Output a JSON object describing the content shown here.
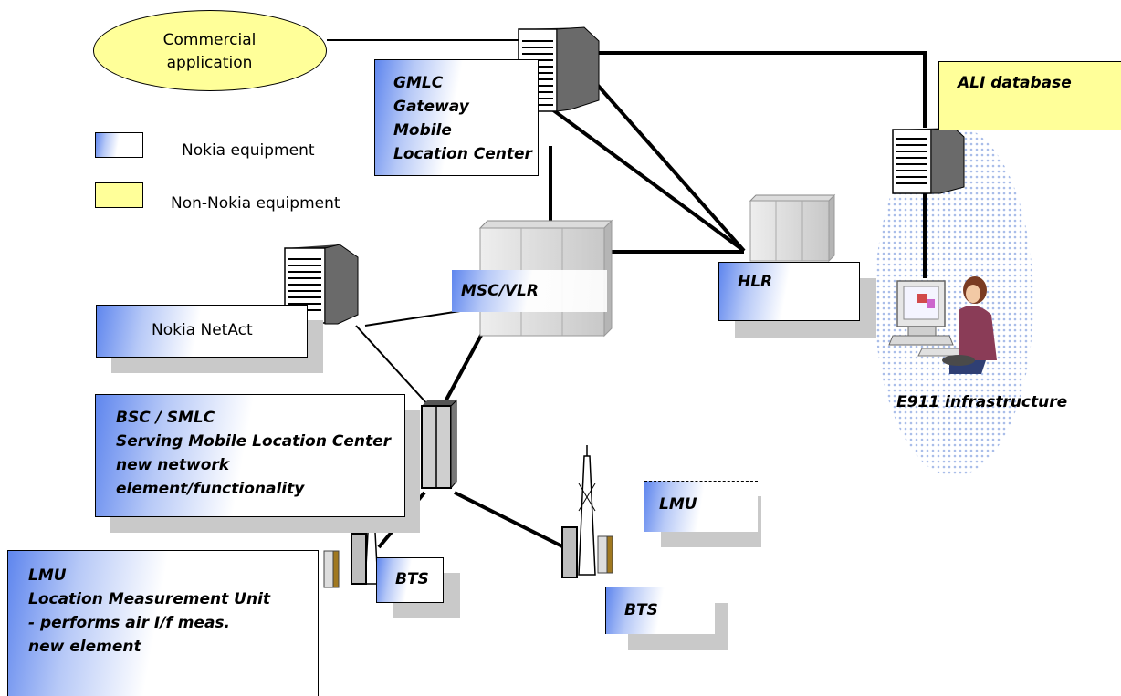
{
  "commercial_app": {
    "line1": "Commercial",
    "line2": "application"
  },
  "gmlc": {
    "lines": [
      "GMLC",
      "Gateway",
      "Mobile",
      "Location Center"
    ]
  },
  "ali": {
    "label": "ALI database"
  },
  "legend": {
    "nokia": "Nokia equipment",
    "non_nokia": "Non-Nokia equipment"
  },
  "msc": {
    "label": "MSC/VLR"
  },
  "hlr": {
    "label": "HLR"
  },
  "netact": {
    "label": "Nokia NetAct"
  },
  "bsc": {
    "lines": [
      "BSC / SMLC",
      "Serving Mobile Location Center",
      "new network",
      "element/functionality"
    ]
  },
  "lmu_main": {
    "lines": [
      "LMU",
      "Location Measurement Unit",
      "- performs air I/f meas.",
      "new element"
    ]
  },
  "lmu_small": {
    "label": "LMU"
  },
  "bts_left": {
    "label": "BTS"
  },
  "bts_right": {
    "label": "BTS"
  },
  "e911": {
    "label": "E911 infrastructure"
  },
  "colors": {
    "nokia_gradient_start": "#5f86ee",
    "non_nokia": "#ffff99",
    "e911_zone": "#b9c9ee"
  }
}
